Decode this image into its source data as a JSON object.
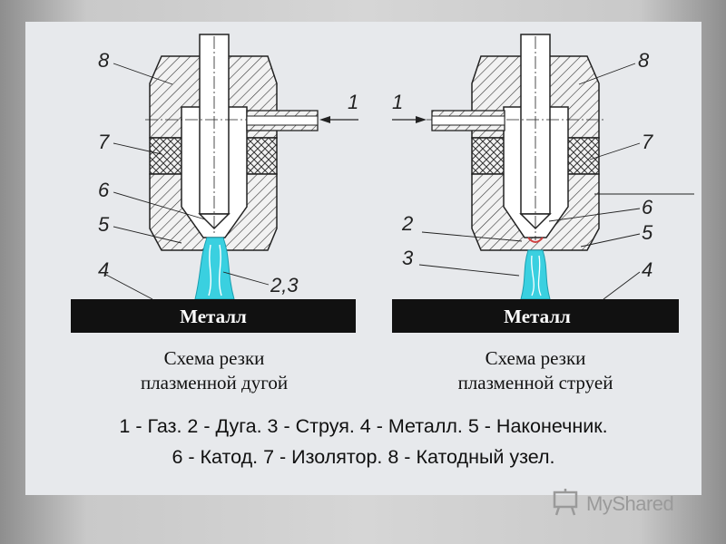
{
  "left_figure": {
    "metal_label": "Металл",
    "caption_line1": "Схема резки",
    "caption_line2": "плазменной дугой",
    "callouts": [
      "8",
      "7",
      "6",
      "5",
      "4",
      "1",
      "2,3"
    ]
  },
  "right_figure": {
    "metal_label": "Металл",
    "caption_line1": "Схема резки",
    "caption_line2": "плазменной струей",
    "callouts": [
      "8",
      "7",
      "6",
      "5",
      "4",
      "1",
      "2",
      "3"
    ]
  },
  "legend": {
    "line1": "1 - Газ. 2 - Дуга. 3 - Струя. 4 - Металл. 5 - Наконечник.",
    "line2": "6 - Катод. 7 - Изолятор. 8 - Катодный узел."
  },
  "watermark": {
    "text": "MyShared",
    "icon": "presentation-board-icon"
  },
  "colors": {
    "background": "#e7e9ec",
    "metal": "#111111",
    "jet": "#3ad0e0",
    "hatch": "#333333"
  }
}
